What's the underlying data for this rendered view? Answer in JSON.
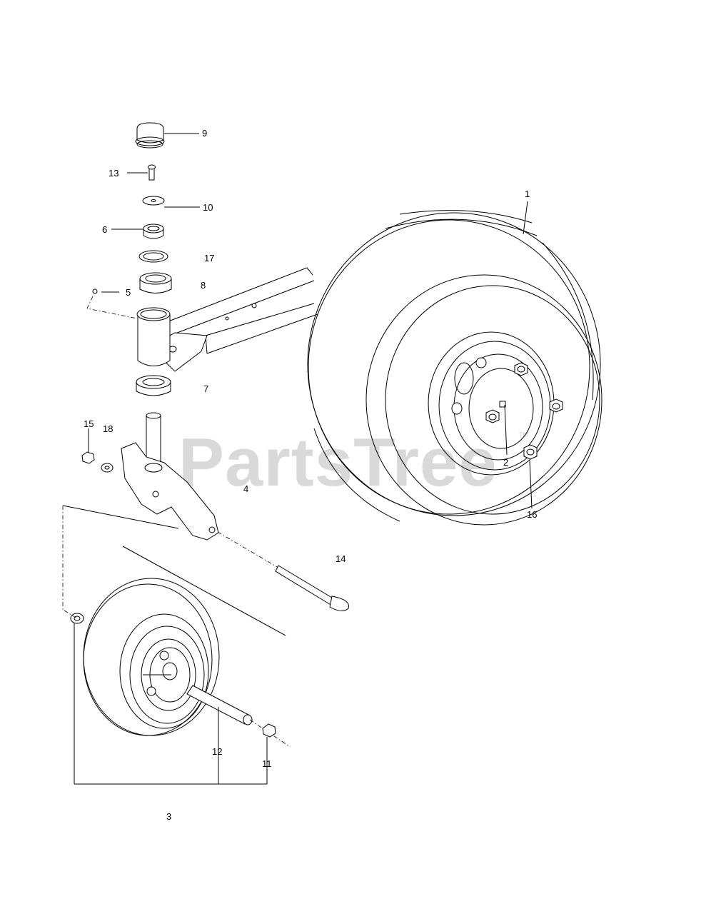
{
  "watermark": {
    "text": "PartsTree",
    "tm": "TM"
  },
  "callouts": [
    {
      "id": "c1",
      "label": "1"
    },
    {
      "id": "c2",
      "label": "2"
    },
    {
      "id": "c3",
      "label": "3"
    },
    {
      "id": "c4",
      "label": "4"
    },
    {
      "id": "c5",
      "label": "5"
    },
    {
      "id": "c6",
      "label": "6"
    },
    {
      "id": "c7",
      "label": "7"
    },
    {
      "id": "c8",
      "label": "8"
    },
    {
      "id": "c9",
      "label": "9"
    },
    {
      "id": "c10",
      "label": "10"
    },
    {
      "id": "c11",
      "label": "11"
    },
    {
      "id": "c12",
      "label": "12"
    },
    {
      "id": "c13",
      "label": "13"
    },
    {
      "id": "c14",
      "label": "14"
    },
    {
      "id": "c15",
      "label": "15"
    },
    {
      "id": "c16",
      "label": "16"
    },
    {
      "id": "c17",
      "label": "17"
    },
    {
      "id": "c18",
      "label": "18"
    }
  ]
}
